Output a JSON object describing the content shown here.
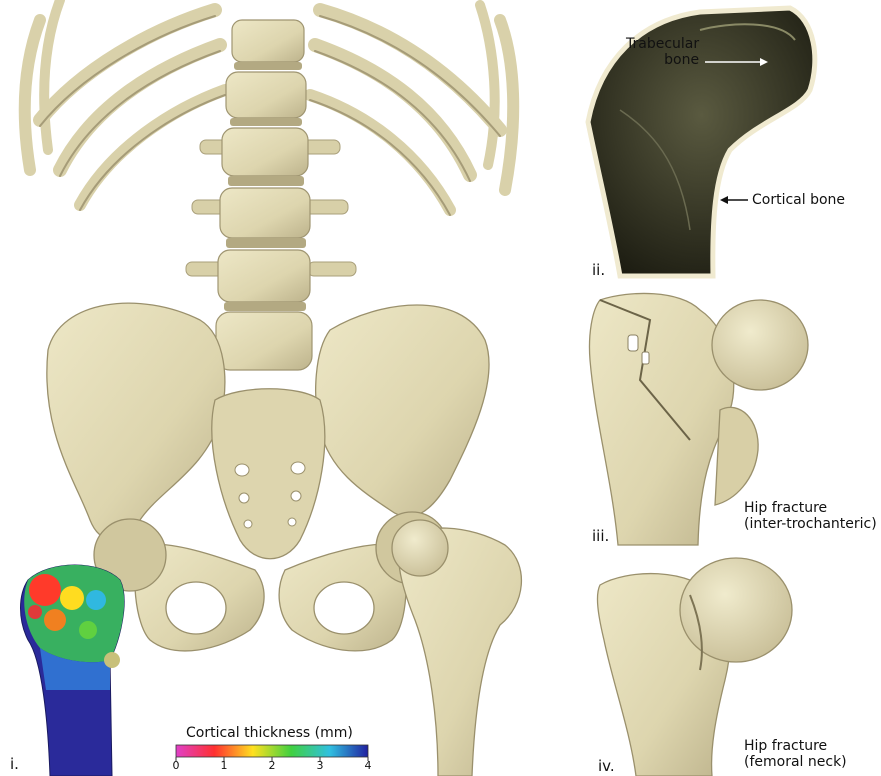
{
  "panels": {
    "i": {
      "label": "i."
    },
    "ii": {
      "label": "ii.",
      "annotations": {
        "trabecular": [
          "Trabecular",
          "bone"
        ],
        "cortical": "Cortical bone"
      }
    },
    "iii": {
      "label": "iii.",
      "caption": [
        "Hip fracture",
        "(inter-trochanteric)"
      ]
    },
    "iv": {
      "label": "iv.",
      "caption": [
        "Hip fracture",
        "(femoral neck)"
      ]
    }
  },
  "colorbar": {
    "title": "Cortical thickness (mm)",
    "ticks": [
      "0",
      "1",
      "2",
      "3",
      "4"
    ],
    "colors": [
      "#e040c8",
      "#ff3030",
      "#ffe020",
      "#40d040",
      "#30c0e0",
      "#2020a0"
    ]
  },
  "colors": {
    "bone": "#e3dcb6",
    "bone_shadow": "#b8ae86",
    "bone_dark": "#9c9270",
    "xray_bg": "#1c1c12",
    "xray_cortex": "#f0ead0"
  }
}
